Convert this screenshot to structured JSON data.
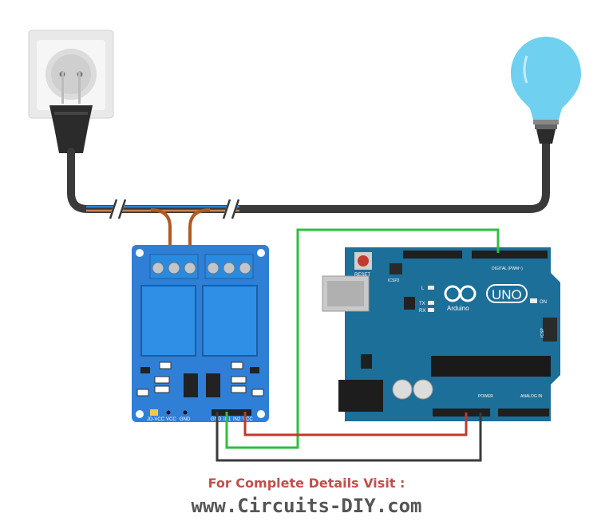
{
  "colors": {
    "relay_board": "#2f7fd6",
    "arduino_board": "#1b6f98",
    "bulb": "#6fd0ef",
    "wire_red": "#c0392b",
    "wire_green": "#2fbf3f",
    "wire_dark": "#3a3a3a",
    "mains_cable": "#3a3a3a",
    "wire_brown": "#b05a23",
    "wire_blue": "#2f86d8",
    "footer_red": "#c0504d",
    "footer_gray": "#555555"
  },
  "icons": {
    "socket": "wall-socket-icon",
    "plug": "power-plug-icon",
    "bulb": "light-bulb-icon"
  },
  "relay": {
    "pin_labels_left": [
      "JD-VCC",
      "VCC",
      "GND"
    ],
    "pin_labels_right": [
      "GND",
      "IN1",
      "IN2",
      "VCC"
    ]
  },
  "arduino": {
    "reset_label": "RESET",
    "icsp2_label": "ICSP2",
    "icsp_label": "ICSP",
    "l_label": "L",
    "tx_label": "TX",
    "rx_label": "RX",
    "brand": "Arduino",
    "model": "UNO",
    "on_label": "ON",
    "digital_label": "DIGITAL (PWM~)",
    "power_label": "POWER",
    "analog_label": "ANALOG IN"
  },
  "footer": {
    "line1": "For Complete Details Visit :",
    "line2": "www.Circuits-DIY.com"
  }
}
